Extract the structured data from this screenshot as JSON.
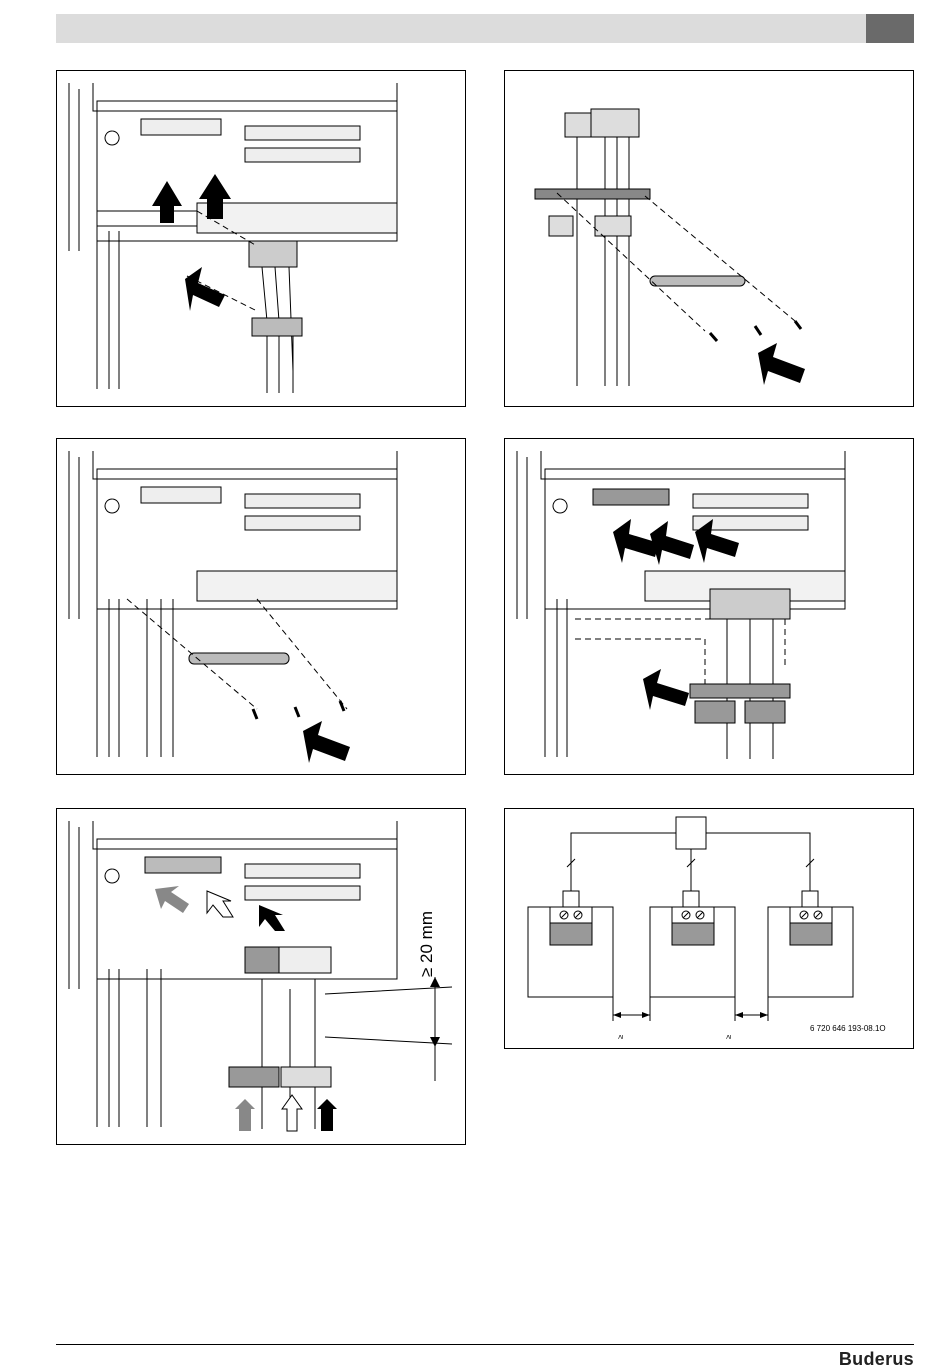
{
  "header": {
    "bar_color": "#dcdcdc",
    "tab_color": "#6a6a6a"
  },
  "figures": [
    {
      "id": "fig1",
      "content": "remove-connector-step"
    },
    {
      "id": "fig2",
      "content": "connectors-with-strain-relief"
    },
    {
      "id": "fig3",
      "content": "screw-strain-relief-bar"
    },
    {
      "id": "fig4",
      "content": "insert-connectors-step"
    },
    {
      "id": "fig5",
      "content": "cable-preparation",
      "dimension_label": "≥ 20 mm"
    },
    {
      "id": "fig6",
      "content": "wiring-schematic",
      "ge_left": "≥",
      "ge_right": "≥",
      "figure_code": "6 720 646 193-08.1O"
    }
  ],
  "footer": {
    "brand": "Buderus"
  }
}
